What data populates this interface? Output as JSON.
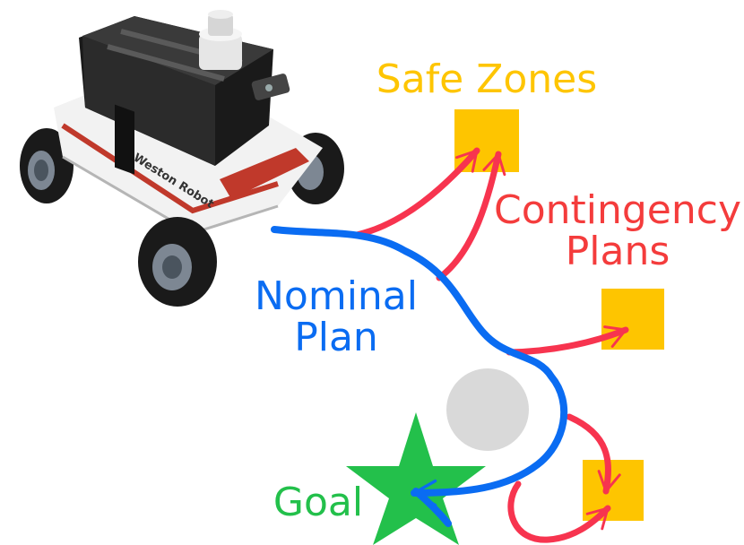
{
  "labels": {
    "safe_zones": "Safe Zones",
    "contingency_line1": "Contingency",
    "contingency_line2": "Plans",
    "nominal_line1": "Nominal",
    "nominal_line2": "Plan",
    "goal": "Goal"
  },
  "robot_logo_text": "Weston Robot",
  "colors": {
    "nominal": "#0a6cf2",
    "contingency": "#f7344f",
    "safe_zone": "#fec500",
    "goal": "#23c04b",
    "obstacle": "#d9d9d9",
    "label_safe": "#fec500",
    "label_contingency": "#f43c3c",
    "label_nominal": "#0a6cf2",
    "label_goal": "#23c04b",
    "robot_body": "#f2f2f2",
    "robot_frame": "#1a1a1a",
    "robot_stripe": "#c0392b"
  }
}
